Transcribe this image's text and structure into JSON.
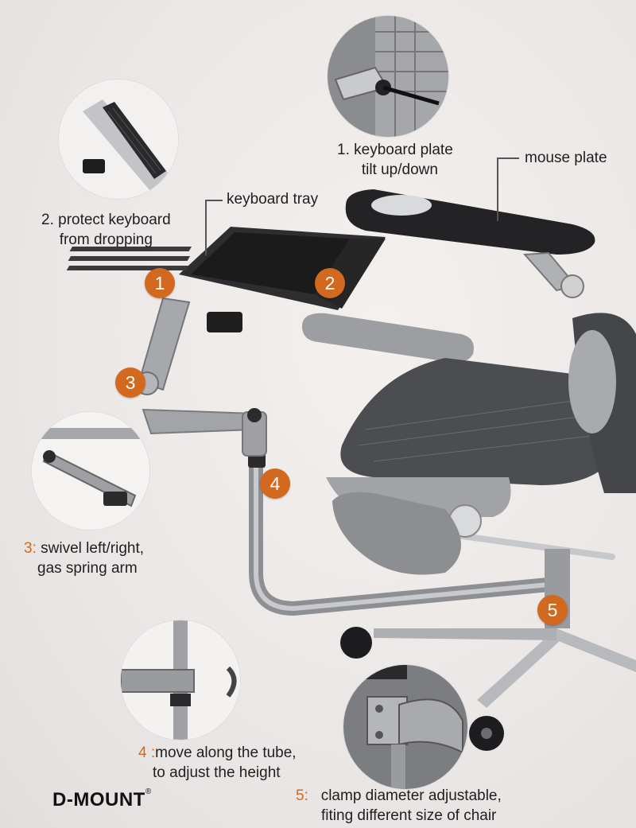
{
  "callouts": {
    "tilt_line1": "1. keyboard plate",
    "tilt_line2": "tilt up/down",
    "mouse_plate": "mouse plate",
    "keyboard_tray": "keyboard tray",
    "protect_line1": "2. protect keyboard",
    "protect_line2": "from dropping",
    "swivel_num": "3:",
    "swivel_line1": "swivel left/right,",
    "swivel_line2": "gas spring arm",
    "tube_num": "4 :",
    "tube_line1": "move along the tube,",
    "tube_line2": "to adjust the height",
    "clamp_num": "5:",
    "clamp_line1": "clamp diameter adjustable,",
    "clamp_line2": "fiting different size of chair"
  },
  "badges": [
    "1",
    "2",
    "3",
    "4",
    "5"
  ],
  "brand": {
    "name": "D-MOUNT",
    "mark": "®"
  },
  "colors": {
    "badge": "#d2691e",
    "accent_text": "#d06a1e",
    "background": "#ebe7e6",
    "metal": "#9a9a9c",
    "dark": "#2b2b2d"
  },
  "icons": [
    "chair-mesh-illustration",
    "keyboard-illustration",
    "mouse-illustration",
    "clamp-closeup-illustration"
  ]
}
